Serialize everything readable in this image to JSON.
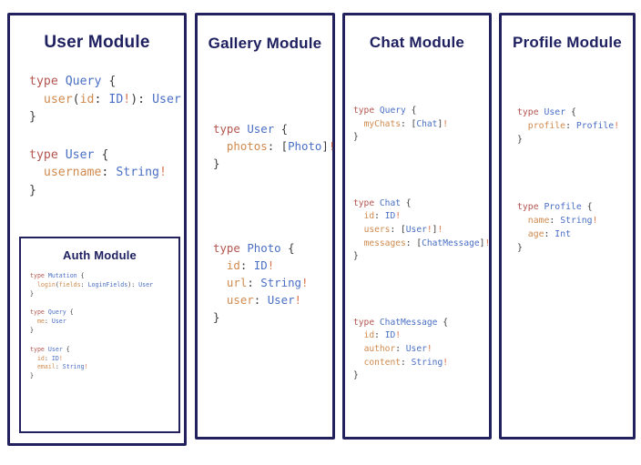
{
  "theme": {
    "border_color": "#22215e",
    "title_color": "#1f2060",
    "keyword_color": "#b35650",
    "type_color": "#4a6fc4",
    "field_color": "#d08a4e",
    "punctuation_color": "#3c3c3c",
    "bang_color": "#d9734a",
    "background": "#ffffff"
  },
  "modules": {
    "user": {
      "title": "User Module",
      "blocks": [
        {
          "lines": [
            [
              {
                "t": "kw",
                "v": "type"
              },
              {
                "t": "sp",
                "v": " "
              },
              {
                "t": "tname",
                "v": "Query"
              },
              {
                "t": "sp",
                "v": " "
              },
              {
                "t": "brk",
                "v": "{"
              }
            ],
            [
              {
                "t": "sp",
                "v": "  "
              },
              {
                "t": "fld",
                "v": "user"
              },
              {
                "t": "punc",
                "v": "("
              },
              {
                "t": "fld",
                "v": "id"
              },
              {
                "t": "punc",
                "v": ": "
              },
              {
                "t": "tname",
                "v": "ID"
              },
              {
                "t": "bang",
                "v": "!"
              },
              {
                "t": "punc",
                "v": "): "
              },
              {
                "t": "tname",
                "v": "User"
              }
            ],
            [
              {
                "t": "brk",
                "v": "}"
              }
            ]
          ]
        },
        {
          "lines": [
            [
              {
                "t": "kw",
                "v": "type"
              },
              {
                "t": "sp",
                "v": " "
              },
              {
                "t": "tname",
                "v": "User"
              },
              {
                "t": "sp",
                "v": " "
              },
              {
                "t": "brk",
                "v": "{"
              }
            ],
            [
              {
                "t": "sp",
                "v": "  "
              },
              {
                "t": "fld",
                "v": "username"
              },
              {
                "t": "punc",
                "v": ": "
              },
              {
                "t": "tname",
                "v": "String"
              },
              {
                "t": "bang",
                "v": "!"
              }
            ],
            [
              {
                "t": "brk",
                "v": "}"
              }
            ]
          ]
        }
      ]
    },
    "auth": {
      "title": "Auth Module",
      "blocks": [
        {
          "lines": [
            [
              {
                "t": "kw",
                "v": "type"
              },
              {
                "t": "sp",
                "v": " "
              },
              {
                "t": "tname",
                "v": "Mutation"
              },
              {
                "t": "sp",
                "v": " "
              },
              {
                "t": "brk",
                "v": "{"
              }
            ],
            [
              {
                "t": "sp",
                "v": "  "
              },
              {
                "t": "fld",
                "v": "login"
              },
              {
                "t": "punc",
                "v": "("
              },
              {
                "t": "fld",
                "v": "fields"
              },
              {
                "t": "punc",
                "v": ": "
              },
              {
                "t": "tname",
                "v": "LoginFields"
              },
              {
                "t": "punc",
                "v": "): "
              },
              {
                "t": "tname",
                "v": "User"
              }
            ],
            [
              {
                "t": "brk",
                "v": "}"
              }
            ]
          ]
        },
        {
          "lines": [
            [
              {
                "t": "kw",
                "v": "type"
              },
              {
                "t": "sp",
                "v": " "
              },
              {
                "t": "tname",
                "v": "Query"
              },
              {
                "t": "sp",
                "v": " "
              },
              {
                "t": "brk",
                "v": "{"
              }
            ],
            [
              {
                "t": "sp",
                "v": "  "
              },
              {
                "t": "fld",
                "v": "me"
              },
              {
                "t": "punc",
                "v": ": "
              },
              {
                "t": "tname",
                "v": "User"
              }
            ],
            [
              {
                "t": "brk",
                "v": "}"
              }
            ]
          ]
        },
        {
          "lines": [
            [
              {
                "t": "kw",
                "v": "type"
              },
              {
                "t": "sp",
                "v": " "
              },
              {
                "t": "tname",
                "v": "User"
              },
              {
                "t": "sp",
                "v": " "
              },
              {
                "t": "brk",
                "v": "{"
              }
            ],
            [
              {
                "t": "sp",
                "v": "  "
              },
              {
                "t": "fld",
                "v": "id"
              },
              {
                "t": "punc",
                "v": ": "
              },
              {
                "t": "tname",
                "v": "ID"
              },
              {
                "t": "bang",
                "v": "!"
              }
            ],
            [
              {
                "t": "sp",
                "v": "  "
              },
              {
                "t": "fld",
                "v": "email"
              },
              {
                "t": "punc",
                "v": ": "
              },
              {
                "t": "tname",
                "v": "String"
              },
              {
                "t": "bang",
                "v": "!"
              }
            ],
            [
              {
                "t": "brk",
                "v": "}"
              }
            ]
          ]
        }
      ]
    },
    "gallery": {
      "title": "Gallery Module",
      "blocks": [
        {
          "lines": [
            [
              {
                "t": "kw",
                "v": "type"
              },
              {
                "t": "sp",
                "v": " "
              },
              {
                "t": "tname",
                "v": "User"
              },
              {
                "t": "sp",
                "v": " "
              },
              {
                "t": "brk",
                "v": "{"
              }
            ],
            [
              {
                "t": "sp",
                "v": "  "
              },
              {
                "t": "fld",
                "v": "photos"
              },
              {
                "t": "punc",
                "v": ": ["
              },
              {
                "t": "tname",
                "v": "Photo"
              },
              {
                "t": "punc",
                "v": "]"
              },
              {
                "t": "bang",
                "v": "!"
              }
            ],
            [
              {
                "t": "brk",
                "v": "}"
              }
            ]
          ]
        },
        {
          "lines": [
            [
              {
                "t": "kw",
                "v": "type"
              },
              {
                "t": "sp",
                "v": " "
              },
              {
                "t": "tname",
                "v": "Photo"
              },
              {
                "t": "sp",
                "v": " "
              },
              {
                "t": "brk",
                "v": "{"
              }
            ],
            [
              {
                "t": "sp",
                "v": "  "
              },
              {
                "t": "fld",
                "v": "id"
              },
              {
                "t": "punc",
                "v": ": "
              },
              {
                "t": "tname",
                "v": "ID"
              },
              {
                "t": "bang",
                "v": "!"
              }
            ],
            [
              {
                "t": "sp",
                "v": "  "
              },
              {
                "t": "fld",
                "v": "url"
              },
              {
                "t": "punc",
                "v": ": "
              },
              {
                "t": "tname",
                "v": "String"
              },
              {
                "t": "bang",
                "v": "!"
              }
            ],
            [
              {
                "t": "sp",
                "v": "  "
              },
              {
                "t": "fld",
                "v": "user"
              },
              {
                "t": "punc",
                "v": ": "
              },
              {
                "t": "tname",
                "v": "User"
              },
              {
                "t": "bang",
                "v": "!"
              }
            ],
            [
              {
                "t": "brk",
                "v": "}"
              }
            ]
          ]
        }
      ]
    },
    "chat": {
      "title": "Chat Module",
      "blocks": [
        {
          "lines": [
            [
              {
                "t": "kw",
                "v": "type"
              },
              {
                "t": "sp",
                "v": " "
              },
              {
                "t": "tname",
                "v": "Query"
              },
              {
                "t": "sp",
                "v": " "
              },
              {
                "t": "brk",
                "v": "{"
              }
            ],
            [
              {
                "t": "sp",
                "v": "  "
              },
              {
                "t": "fld",
                "v": "myChats"
              },
              {
                "t": "punc",
                "v": ": ["
              },
              {
                "t": "tname",
                "v": "Chat"
              },
              {
                "t": "punc",
                "v": "]"
              },
              {
                "t": "bang",
                "v": "!"
              }
            ],
            [
              {
                "t": "brk",
                "v": "}"
              }
            ]
          ]
        },
        {
          "lines": [
            [
              {
                "t": "kw",
                "v": "type"
              },
              {
                "t": "sp",
                "v": " "
              },
              {
                "t": "tname",
                "v": "Chat"
              },
              {
                "t": "sp",
                "v": " "
              },
              {
                "t": "brk",
                "v": "{"
              }
            ],
            [
              {
                "t": "sp",
                "v": "  "
              },
              {
                "t": "fld",
                "v": "id"
              },
              {
                "t": "punc",
                "v": ": "
              },
              {
                "t": "tname",
                "v": "ID"
              },
              {
                "t": "bang",
                "v": "!"
              }
            ],
            [
              {
                "t": "sp",
                "v": "  "
              },
              {
                "t": "fld",
                "v": "users"
              },
              {
                "t": "punc",
                "v": ": ["
              },
              {
                "t": "tname",
                "v": "User"
              },
              {
                "t": "bang",
                "v": "!"
              },
              {
                "t": "punc",
                "v": "]"
              },
              {
                "t": "bang",
                "v": "!"
              }
            ],
            [
              {
                "t": "sp",
                "v": "  "
              },
              {
                "t": "fld",
                "v": "messages"
              },
              {
                "t": "punc",
                "v": ": ["
              },
              {
                "t": "tname",
                "v": "ChatMessage"
              },
              {
                "t": "punc",
                "v": "]"
              },
              {
                "t": "bang",
                "v": "!"
              }
            ],
            [
              {
                "t": "brk",
                "v": "}"
              }
            ]
          ]
        },
        {
          "lines": [
            [
              {
                "t": "kw",
                "v": "type"
              },
              {
                "t": "sp",
                "v": " "
              },
              {
                "t": "tname",
                "v": "ChatMessage"
              },
              {
                "t": "sp",
                "v": " "
              },
              {
                "t": "brk",
                "v": "{"
              }
            ],
            [
              {
                "t": "sp",
                "v": "  "
              },
              {
                "t": "fld",
                "v": "id"
              },
              {
                "t": "punc",
                "v": ": "
              },
              {
                "t": "tname",
                "v": "ID"
              },
              {
                "t": "bang",
                "v": "!"
              }
            ],
            [
              {
                "t": "sp",
                "v": "  "
              },
              {
                "t": "fld",
                "v": "author"
              },
              {
                "t": "punc",
                "v": ": "
              },
              {
                "t": "tname",
                "v": "User"
              },
              {
                "t": "bang",
                "v": "!"
              }
            ],
            [
              {
                "t": "sp",
                "v": "  "
              },
              {
                "t": "fld",
                "v": "content"
              },
              {
                "t": "punc",
                "v": ": "
              },
              {
                "t": "tname",
                "v": "String"
              },
              {
                "t": "bang",
                "v": "!"
              }
            ],
            [
              {
                "t": "brk",
                "v": "}"
              }
            ]
          ]
        }
      ]
    },
    "profile": {
      "title": "Profile Module",
      "blocks": [
        {
          "lines": [
            [
              {
                "t": "kw",
                "v": "type"
              },
              {
                "t": "sp",
                "v": " "
              },
              {
                "t": "tname",
                "v": "User"
              },
              {
                "t": "sp",
                "v": " "
              },
              {
                "t": "brk",
                "v": "{"
              }
            ],
            [
              {
                "t": "sp",
                "v": "  "
              },
              {
                "t": "fld",
                "v": "profile"
              },
              {
                "t": "punc",
                "v": ": "
              },
              {
                "t": "tname",
                "v": "Profile"
              },
              {
                "t": "bang",
                "v": "!"
              }
            ],
            [
              {
                "t": "brk",
                "v": "}"
              }
            ]
          ]
        },
        {
          "lines": [
            [
              {
                "t": "kw",
                "v": "type"
              },
              {
                "t": "sp",
                "v": " "
              },
              {
                "t": "tname",
                "v": "Profile"
              },
              {
                "t": "sp",
                "v": " "
              },
              {
                "t": "brk",
                "v": "{"
              }
            ],
            [
              {
                "t": "sp",
                "v": "  "
              },
              {
                "t": "fld",
                "v": "name"
              },
              {
                "t": "punc",
                "v": ": "
              },
              {
                "t": "tname",
                "v": "String"
              },
              {
                "t": "bang",
                "v": "!"
              }
            ],
            [
              {
                "t": "sp",
                "v": "  "
              },
              {
                "t": "fld",
                "v": "age"
              },
              {
                "t": "punc",
                "v": ": "
              },
              {
                "t": "tname",
                "v": "Int"
              }
            ],
            [
              {
                "t": "brk",
                "v": "}"
              }
            ]
          ]
        }
      ]
    }
  }
}
